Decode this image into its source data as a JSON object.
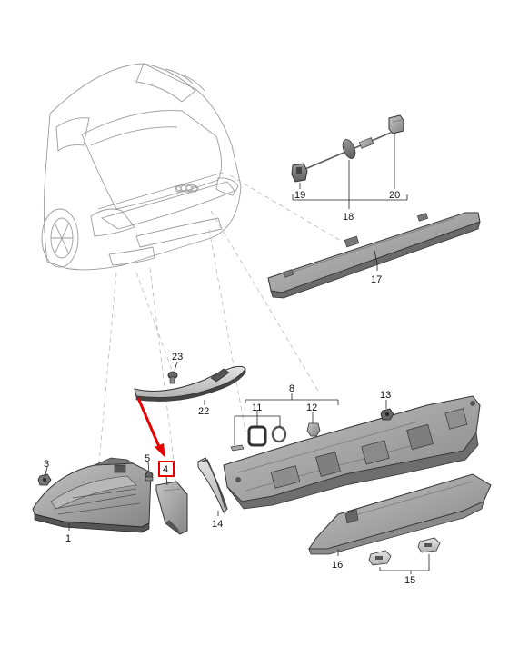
{
  "callouts": {
    "c1": "1",
    "c3": "3",
    "c4": "4",
    "c5": "5",
    "c8": "8",
    "c11": "11",
    "c12": "12",
    "c13": "13",
    "c14": "14",
    "c15": "15",
    "c16": "16",
    "c17": "17",
    "c18": "18",
    "c19": "19",
    "c20": "20",
    "c22": "22",
    "c23": "23"
  },
  "highlight": {
    "part": "4",
    "color": "#e60000"
  }
}
